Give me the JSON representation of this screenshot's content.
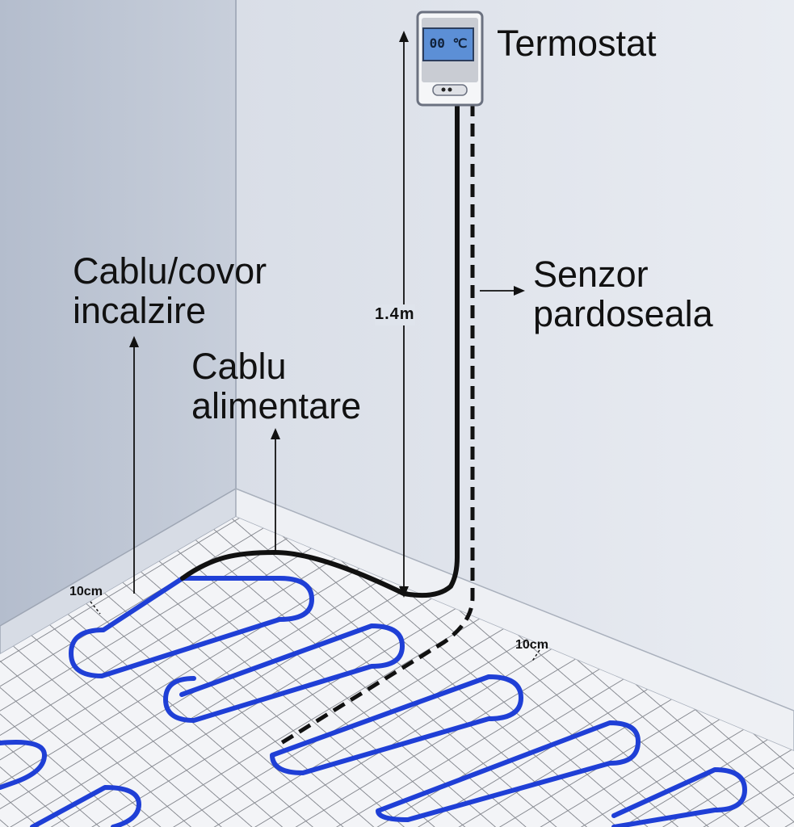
{
  "labels": {
    "thermostat": "Termostat",
    "heating_cable_line1": "Cablu/covor",
    "heating_cable_line2": "incalzire",
    "power_cable_line1": "Cablu",
    "power_cable_line2": "alimentare",
    "floor_sensor_line1": "Senzor",
    "floor_sensor_line2": "pardoseala",
    "height": "1.4m",
    "spacing_left": "10cm",
    "spacing_right": "10cm"
  },
  "thermostat_display": "00 ℃",
  "colors": {
    "wall_left": "#b9c1d0",
    "wall_back": "#dfe4ec",
    "floor": "#f4f5f8",
    "grid": "#8a8d94",
    "heating_cable": "#1f3fd6",
    "wire": "#111111",
    "text": "#111111"
  }
}
